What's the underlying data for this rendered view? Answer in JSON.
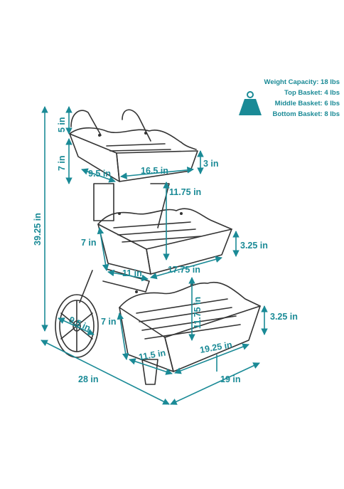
{
  "specs": {
    "weight_capacity": "Weight Capacity: 18 lbs",
    "top_basket": "Top Basket: 4 lbs",
    "middle_basket": "Middle Basket: 6 lbs",
    "bottom_basket": "Bottom Basket: 8 lbs"
  },
  "dimensions": {
    "total_height": "39.25 in",
    "handle_height": "5 in",
    "top_side_height": "7 in",
    "top_depth": "9.5 in",
    "top_width": "16.5 in",
    "top_front_height": "3 in",
    "top_clearance": "11.75 in",
    "middle_side_height": "7 in",
    "middle_depth": "11 in",
    "middle_width": "17.75 in",
    "middle_front_height": "3.25 in",
    "wheel_diameter": "9.5 in",
    "bottom_side_height": "7 in",
    "bottom_clearance": "11.75 in",
    "bottom_depth": "11.5 in",
    "bottom_width": "19.25 in",
    "bottom_front_height": "3.25 in",
    "overall_depth": "28 in",
    "overall_width": "19 in"
  },
  "colors": {
    "accent": "#1a8a96",
    "line": "#333333"
  }
}
